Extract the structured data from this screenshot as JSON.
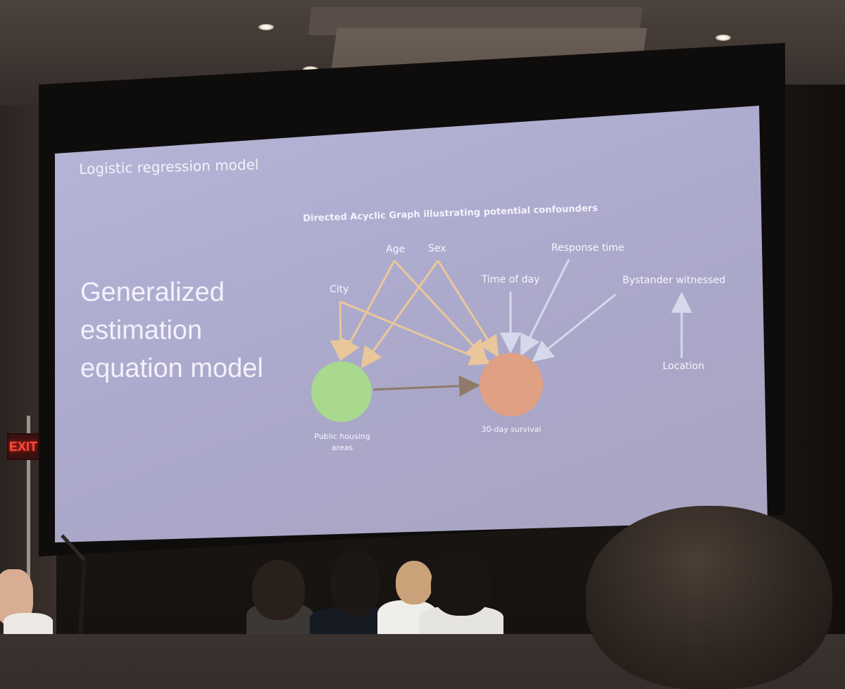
{
  "slide": {
    "title": "Logistic regression model",
    "gee_lines": [
      "Generalized",
      "estimation",
      "equation model"
    ],
    "dag_title": "Directed Acyclic Graph illustrating potential confounders",
    "nodes": {
      "age": "Age",
      "sex": "Sex",
      "city": "City",
      "time_of_day": "Time of day",
      "response_time": "Response time",
      "bystander": "Bystander witnessed",
      "location": "Location",
      "exposure": "Public housing areas",
      "outcome": "30-day survival"
    },
    "colors": {
      "exposure": "#a8d98f",
      "outcome": "#e0a084",
      "confounder_arrow": "#e9c79a",
      "other_arrow": "#d6d9ec",
      "main_arrow": "#8f7a6a"
    }
  },
  "room": {
    "exit_sign": "EXIT"
  }
}
